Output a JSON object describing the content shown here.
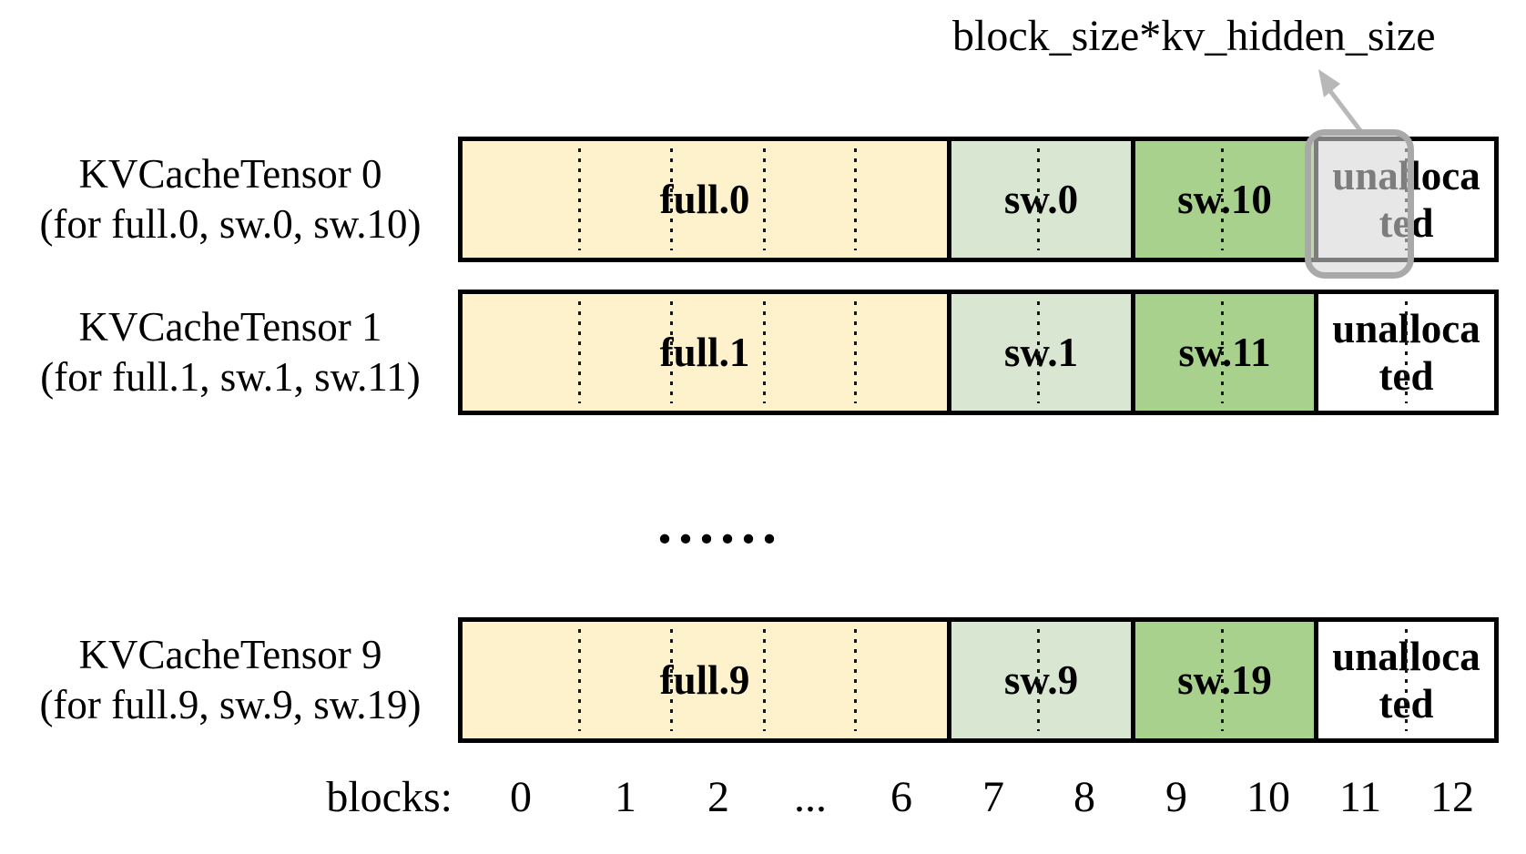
{
  "figure": {
    "description_label": "block_size*kv_hidden_size"
  },
  "rows": [
    {
      "title": "KVCacheTensor 0",
      "subtitle": "(for full.0, sw.0, sw.10)",
      "segments": {
        "full": "full.0",
        "sw": "sw.0",
        "sw2": "sw.10",
        "unallocated_line1": "unalloca",
        "unallocated_line2": "ted"
      },
      "highlighted_block": true
    },
    {
      "title": "KVCacheTensor 1",
      "subtitle": "(for full.1, sw.1, sw.11)",
      "segments": {
        "full": "full.1",
        "sw": "sw.1",
        "sw2": "sw.11",
        "unallocated_line1": "unalloca",
        "unallocated_line2": "ted"
      },
      "highlighted_block": false
    },
    {
      "title": "KVCacheTensor 9",
      "subtitle": "(for full.9, sw.9, sw.19)",
      "segments": {
        "full": "full.9",
        "sw": "sw.9",
        "sw2": "sw.19",
        "unallocated_line1": "unalloca",
        "unallocated_line2": "ted"
      },
      "highlighted_block": false
    }
  ],
  "ellipsis": "......",
  "axis": {
    "caption": "blocks:",
    "ticks": [
      "0",
      "1",
      "2",
      "...",
      "6",
      "7",
      "8",
      "9",
      "10",
      "11",
      "12"
    ]
  },
  "colors": {
    "full_segment": "#FDF2CC",
    "sw_segment": "#D9E7D2",
    "sw2_segment": "#A9D18E",
    "unallocated_segment": "#FFFFFF",
    "highlight_fill": "#E6E6E6",
    "highlight_border": "#A9A9A9",
    "arrow": "#B8B8B8",
    "border": "#000000"
  }
}
